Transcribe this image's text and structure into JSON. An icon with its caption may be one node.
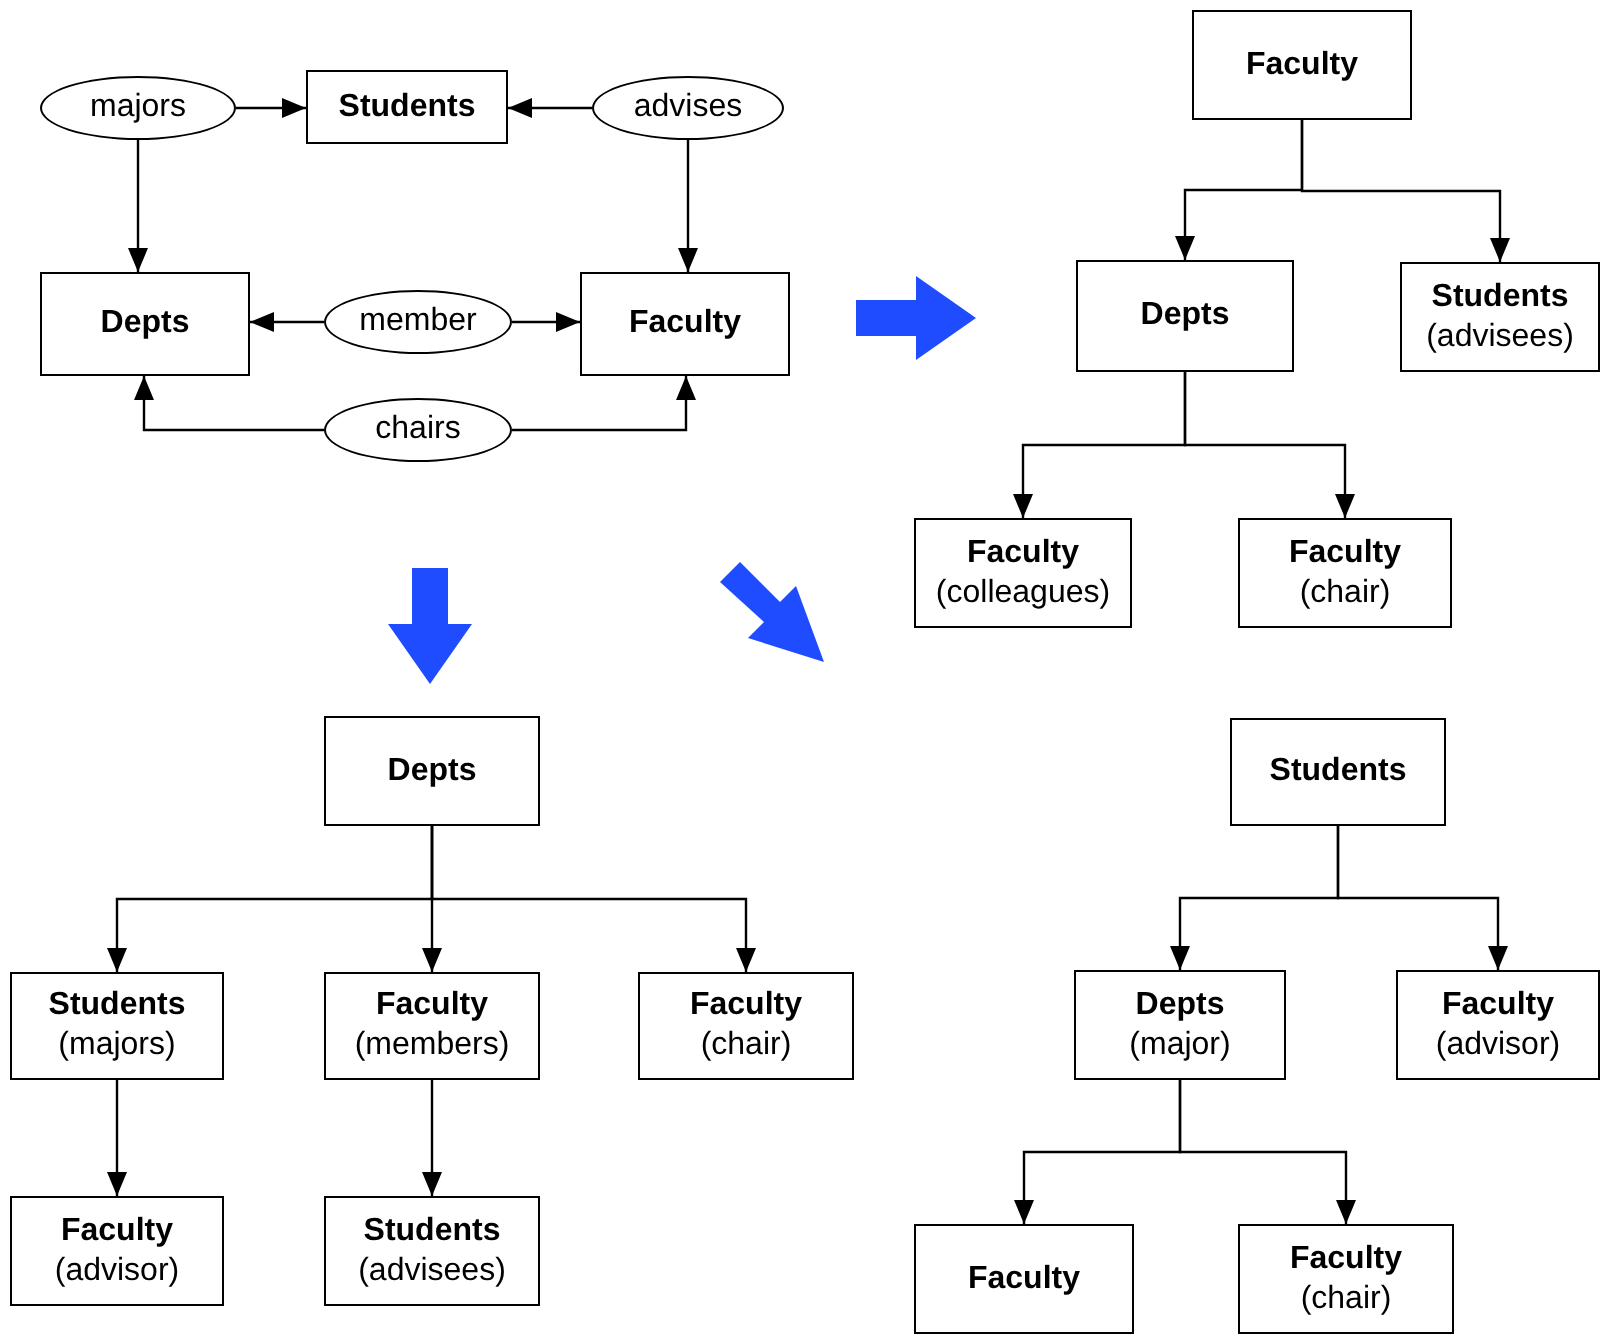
{
  "diagram": {
    "nodes": [
      {
        "text": [
          "majors"
        ]
      },
      {
        "text": [
          "Students"
        ]
      },
      {
        "text": [
          "advises"
        ]
      },
      {
        "text": [
          "Depts"
        ]
      },
      {
        "text": [
          "member"
        ]
      },
      {
        "text": [
          "Faculty"
        ]
      },
      {
        "text": [
          "chairs"
        ]
      },
      {
        "text": [
          "Faculty"
        ]
      },
      {
        "text": [
          "Depts"
        ]
      },
      {
        "text": [
          "Students",
          "(advisees)"
        ]
      },
      {
        "text": [
          "Faculty",
          "(colleagues)"
        ]
      },
      {
        "text": [
          "Faculty",
          "(chair)"
        ]
      },
      {
        "text": [
          "Depts"
        ]
      },
      {
        "text": [
          "Students",
          "(majors)"
        ]
      },
      {
        "text": [
          "Faculty",
          "(members)"
        ]
      },
      {
        "text": [
          "Faculty",
          "(chair)"
        ]
      },
      {
        "text": [
          "Faculty",
          "(advisor)"
        ]
      },
      {
        "text": [
          "Students",
          "(advisees)"
        ]
      },
      {
        "text": [
          "Students"
        ]
      },
      {
        "text": [
          "Depts",
          "(major)"
        ]
      },
      {
        "text": [
          "Faculty",
          "(advisor)"
        ]
      },
      {
        "text": [
          "Faculty"
        ]
      },
      {
        "text": [
          "Faculty",
          "(chair)"
        ]
      }
    ],
    "edges": [
      {
        "from": 0,
        "to": 1,
        "arrow": "to"
      },
      {
        "from": 0,
        "to": 3,
        "arrow": "to"
      },
      {
        "from": 2,
        "to": 1,
        "arrow": "to"
      },
      {
        "from": 2,
        "to": 5,
        "arrow": "to"
      },
      {
        "from": 4,
        "to": 3,
        "arrow": "to"
      },
      {
        "from": 4,
        "to": 5,
        "arrow": "to"
      },
      {
        "from": 6,
        "to": 3,
        "arrow": "to"
      },
      {
        "from": 6,
        "to": 5,
        "arrow": "to"
      },
      {
        "from": 7,
        "to": 8,
        "arrow": "to"
      },
      {
        "from": 7,
        "to": 9,
        "arrow": "to"
      },
      {
        "from": 8,
        "to": 10,
        "arrow": "to"
      },
      {
        "from": 8,
        "to": 11,
        "arrow": "to"
      },
      {
        "from": 12,
        "to": 13,
        "arrow": "to"
      },
      {
        "from": 12,
        "to": 14,
        "arrow": "to"
      },
      {
        "from": 12,
        "to": 15,
        "arrow": "to"
      },
      {
        "from": 13,
        "to": 16,
        "arrow": "to"
      },
      {
        "from": 14,
        "to": 17,
        "arrow": "to"
      },
      {
        "from": 18,
        "to": 19,
        "arrow": "to"
      },
      {
        "from": 18,
        "to": 20,
        "arrow": "to"
      },
      {
        "from": 19,
        "to": 21,
        "arrow": "to"
      },
      {
        "from": 19,
        "to": 22,
        "arrow": "to"
      }
    ]
  }
}
